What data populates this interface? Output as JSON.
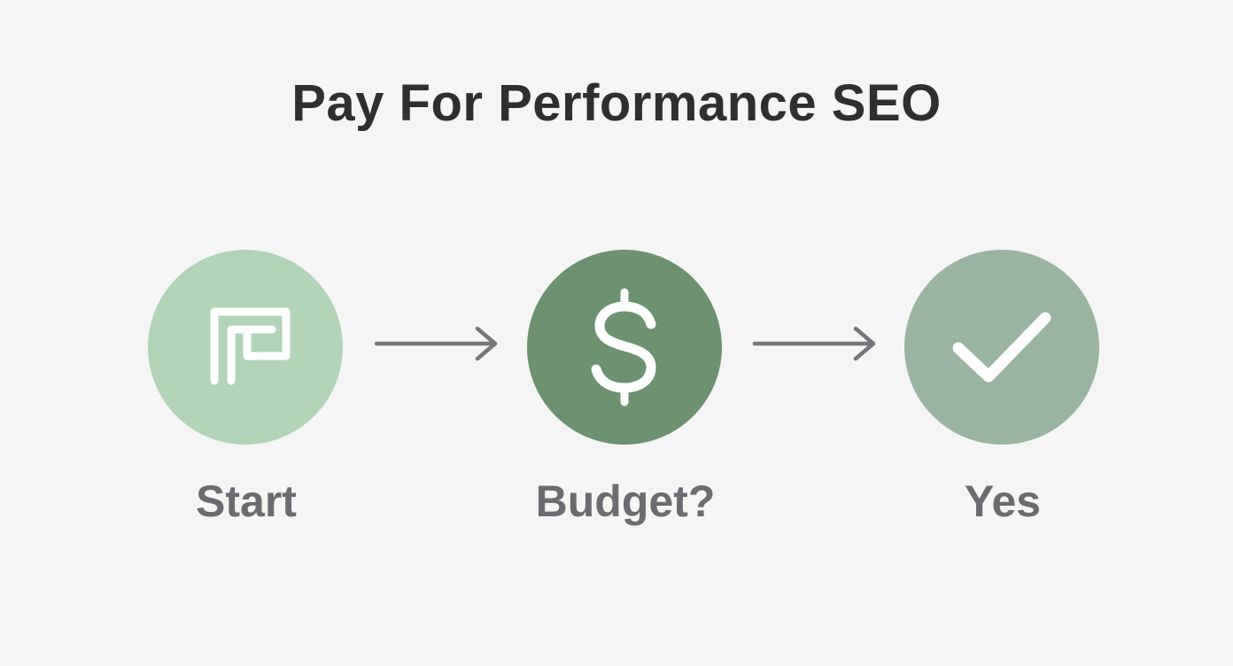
{
  "title": "Pay For Performance SEO",
  "steps": [
    {
      "label": "Start",
      "icon": "start-square-icon",
      "color": "#b1d4b7"
    },
    {
      "label": "Budget?",
      "icon": "dollar-sign-icon",
      "color": "#6c9270"
    },
    {
      "label": "Yes",
      "icon": "checkmark-icon",
      "color": "#9ab4a2"
    }
  ],
  "arrow_color": "#77777b"
}
